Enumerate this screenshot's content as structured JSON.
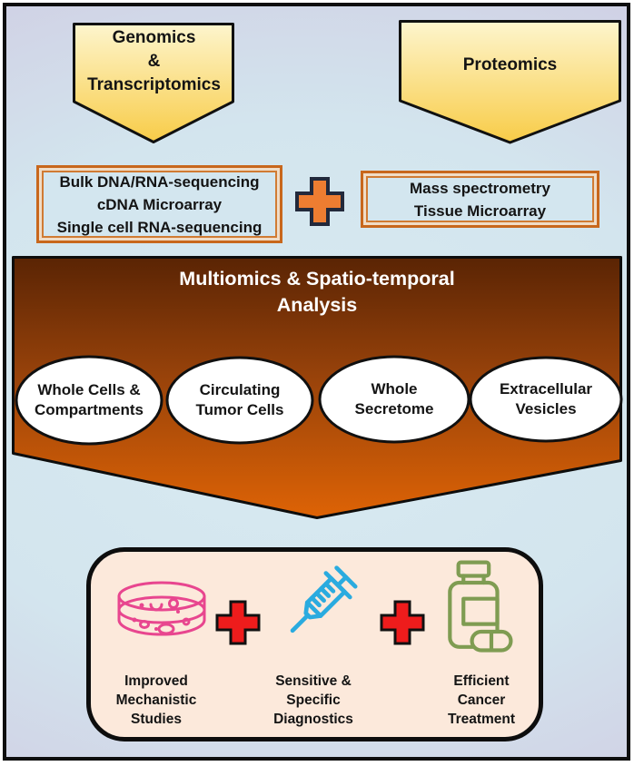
{
  "flow": {
    "genomics": {
      "label": "Genomics\n&\nTranscriptomics",
      "methods": "Bulk DNA/RNA-sequencing\ncDNA Microarray\nSingle cell RNA-sequencing"
    },
    "proteomics": {
      "label": "Proteomics",
      "methods": "Mass spectrometry\nTissue Microarray"
    },
    "analysis": {
      "title": "Multiomics & Spatio-temporal\nAnalysis",
      "sources": [
        {
          "label": "Whole Cells &\nCompartments"
        },
        {
          "label": "Circulating\nTumor Cells"
        },
        {
          "label": "Whole\nSecretome"
        },
        {
          "label": "Extracellular\nVesicles"
        }
      ]
    },
    "outcomes": [
      {
        "icon": "petri-dish-icon",
        "label": "Improved\nMechanistic\nStudies"
      },
      {
        "icon": "syringe-icon",
        "label": "Sensitive &\nSpecific\nDiagnostics"
      },
      {
        "icon": "pill-bottle-icon",
        "label": "Efficient\nCancer\nTreatment"
      }
    ]
  },
  "colors": {
    "background_lavender": "#cfc9e1",
    "background_blue": "#d5e7ef",
    "pentagon_yellow_top": "#fdf5cd",
    "pentagon_yellow_bottom": "#f8cc48",
    "method_box_border": "#c8671c",
    "method_box_fill": "#d3e6ef",
    "plus_orange": "#ed7d31",
    "arrow_brown_top": "#5a2404",
    "arrow_brown_bottom": "#de6305",
    "ellipse_fill": "#ffffff",
    "outcome_panel_fill": "#fce9db",
    "plus_red": "#ee1c1c",
    "petri_pink": "#e8468f",
    "syringe_blue": "#2aabdf",
    "bottle_green": "#7f9c52",
    "outline_black": "#101010"
  }
}
